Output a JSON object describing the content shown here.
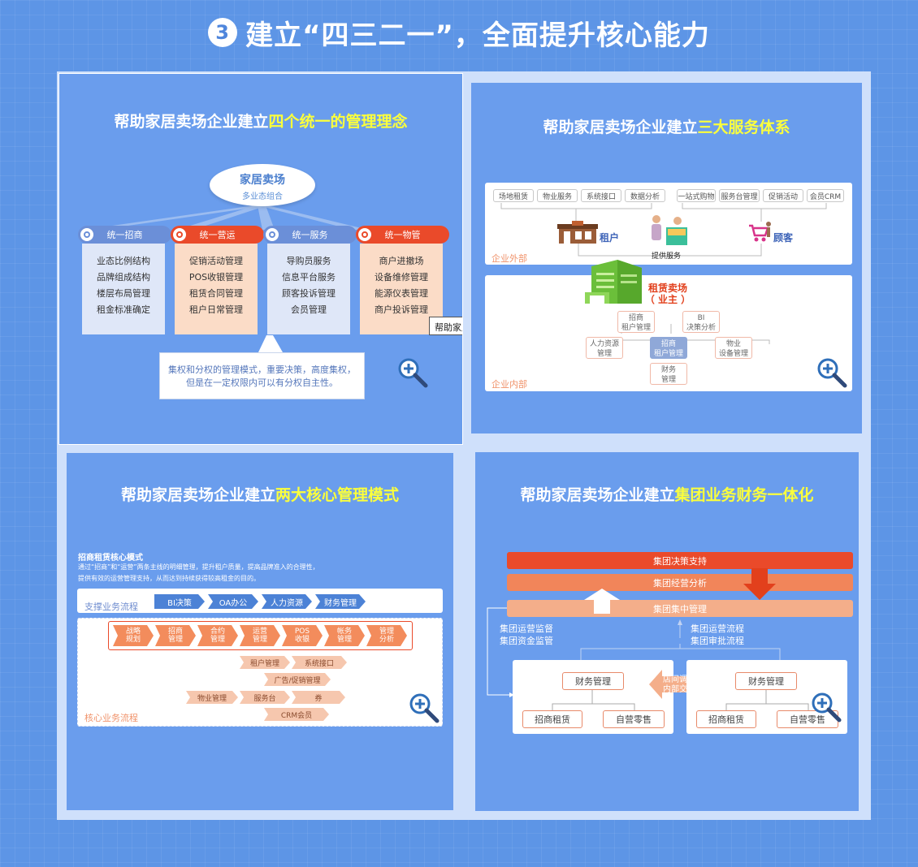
{
  "header": {
    "number": "3",
    "title": "建立“四三二一”，全面提升核心能力"
  },
  "colors": {
    "background": "#5d95e6",
    "panel": "#6a9ded",
    "accent_red": "#ea4a2a",
    "accent_blue": "#6b8fd8",
    "highlight": "#fbff3c"
  },
  "panel1": {
    "title_prefix": "帮助家居卖场企业建立",
    "title_highlight": "四个统一的管理理念",
    "center_title": "家居卖场",
    "center_subtitle": "多业态组合",
    "columns": [
      {
        "heading": "统一招商",
        "items": [
          "业态比例结构",
          "品牌组成结构",
          "楼层布局管理",
          "租金标准确定"
        ]
      },
      {
        "heading": "统一营运",
        "items": [
          "促销活动管理",
          "POS收银管理",
          "租赁合同管理",
          "租户日常管理"
        ]
      },
      {
        "heading": "统一服务",
        "items": [
          "导购员服务",
          "信息平台服务",
          "顾客投诉管理",
          "会员管理"
        ]
      },
      {
        "heading": "统一物管",
        "items": [
          "商户进撤场",
          "设备维修管理",
          "能源仪表管理",
          "商户投诉管理"
        ]
      }
    ],
    "note_line1": "集权和分权的管理模式，重要决策，高度集权，",
    "note_line2": "但是在一定权限内可以有分权自主性。",
    "tooltip": "帮助家居卖场企业建立"
  },
  "panel2": {
    "title_prefix": "帮助家居卖场企业建立",
    "title_highlight": "三大服务体系",
    "top_tags_left": [
      "场地租赁",
      "物业服务",
      "系统接口",
      "数据分析"
    ],
    "top_tags_right": [
      "一站式购物",
      "服务台管理",
      "促销活动",
      "会员CRM"
    ],
    "tenant_label": "租户",
    "customer_label": "顾客",
    "service_label": "提供服务",
    "outer_label": "企业外部",
    "owner_label_1": "租赁卖场",
    "owner_label_2": "（ 业主 ）",
    "inner_boxes": {
      "tenant_mgmt": "招商\n租户管理",
      "bi": "BI\n决策分析",
      "hr": "人力资源\n管理",
      "leasing": "招商\n租户管理",
      "property": "物业\n设备管理",
      "finance": "财务\n管理"
    },
    "inner_label": "企业内部"
  },
  "panel3": {
    "title_prefix": "帮助家居卖场企业建立",
    "title_highlight": "两大核心管理模式",
    "mode_title": "招商租赁核心模式",
    "mode_desc_1": "通过“招商”和“运营”两条主线的明细管理，提升租户质量，提高品牌准入的合理性，",
    "mode_desc_2": "提供有效的运营管理支持，从而达到持续获得较高租金的目的。",
    "support_label": "支撑业务流程",
    "support_steps": [
      "BI决策",
      "OA办公",
      "人力资源",
      "财务管理"
    ],
    "core_steps": [
      "战略\n规划",
      "招商\n管理",
      "合约\n管理",
      "运营\n管理",
      "POS\n收银",
      "帐务\n管理",
      "管理\n分析"
    ],
    "sub_steps": {
      "tenant": "租户管理",
      "system": "系统接口",
      "ads": "广告/促销管理",
      "property": "物业管理",
      "service": "服务台",
      "coupon": "券",
      "crm": "CRM会员"
    },
    "core_label": "核心业务流程"
  },
  "panel4": {
    "title_prefix": "帮助家居卖场企业建立",
    "title_highlight": "集团业务财务一体化",
    "bars": [
      "集团决策支持",
      "集团经营分析",
      "集团集中管理"
    ],
    "left_text_1": "集团运营监督",
    "left_text_2": "集团资金监管",
    "right_text_1": "集团运营流程",
    "right_text_2": "集团审批流程",
    "store_left": {
      "top": "财务管理",
      "bottom_left": "招商租赁",
      "bottom_right": "自营零售"
    },
    "store_right": {
      "top": "财务管理",
      "bottom_left": "招商租赁",
      "bottom_right": "自营零售"
    },
    "middle_1": "店间调拨",
    "middle_2": "内部交易"
  }
}
